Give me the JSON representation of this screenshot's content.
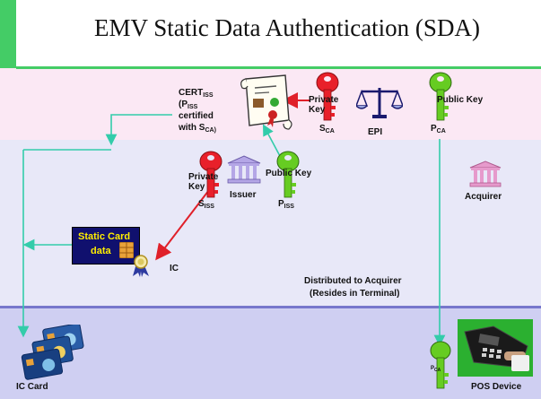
{
  "title": "EMV Static Data Authentication (SDA)",
  "labels": {
    "cert_iss_main": "CERT",
    "cert_iss_sub": "ISS",
    "cert_line2_main": "(P",
    "cert_line2_sub": "ISS",
    "cert_line3": "certified",
    "cert_line4_main": "with S",
    "cert_line4_sub": "CA)",
    "ca_private_key": "Private Key",
    "ca_private_key_sym_main": "S",
    "ca_private_key_sym_sub": "CA",
    "epi": "EPI",
    "ca_public_key": "Public Key",
    "ca_public_key_sym_main": "P",
    "ca_public_key_sym_sub": "CA",
    "iss_private_key": "Private Key",
    "iss_private_key_sym_main": "S",
    "iss_private_key_sym_sub": "ISS",
    "issuer": "Issuer",
    "iss_public_key": "Public Key",
    "iss_public_key_sym_main": "P",
    "iss_public_key_sym_sub": "ISS",
    "acquirer": "Acquirer",
    "static_card_data_line1": "Static Card",
    "static_card_data_line2": "data",
    "ic": "IC",
    "distributed_line1": "Distributed to Acquirer",
    "distributed_line2": "(Resides in Terminal)",
    "ic_card": "IC Card",
    "pos_device": "POS Device",
    "terminal_key_sym": "P",
    "terminal_key_sym_sub": "CA"
  },
  "colors": {
    "top_band": "#fbe8f4",
    "middle_band": "#e8e8f8",
    "bottom_band": "#cfcff2",
    "accent_green": "#44cc66",
    "connector_teal": "#33ccaa",
    "private_key_red": "#e8202a",
    "public_key_green": "#66cc22",
    "arrow_red": "#e0202a",
    "static_card_box": "#10106e",
    "static_card_text": "#ffee00",
    "building_pink": "#e69acc",
    "building_purple": "#b4a6e6"
  },
  "icons": {
    "certificate": "certificate-scroll-icon",
    "private_key": "red-key-icon",
    "public_key": "green-key-icon",
    "epi": "scales-icon",
    "bank": "bank-building-icon",
    "chip": "smart-chip-icon",
    "seal": "award-ribbon-icon",
    "cards": "ic-card-stack-icon",
    "pos": "pos-terminal-icon"
  }
}
